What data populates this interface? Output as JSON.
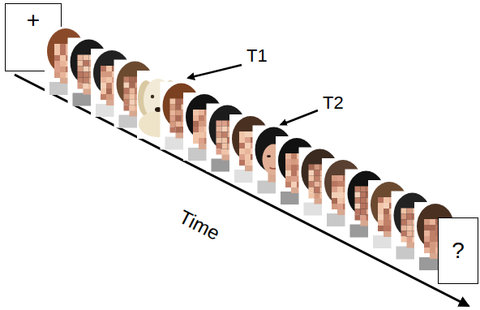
{
  "diagram": {
    "nodes": [
      {
        "text": [
          "+"
        ]
      },
      {
        "text": [
          "?"
        ]
      }
    ],
    "labels": [
      "T1",
      "T2",
      "Time"
    ]
  }
}
